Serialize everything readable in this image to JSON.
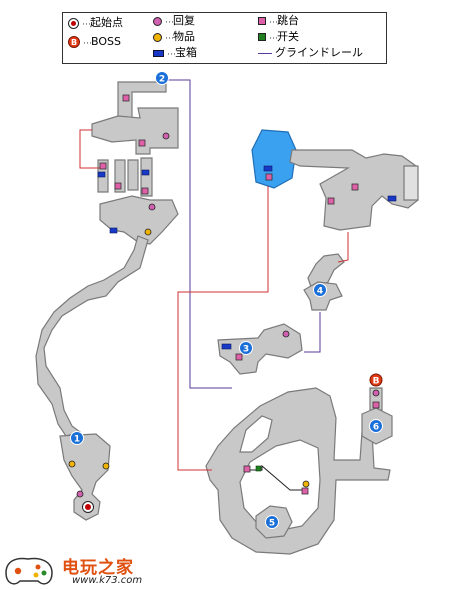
{
  "legend": {
    "start_label": "起始点",
    "boss_label": "BOSS",
    "boss_letter": "B",
    "recovery_label": "回复",
    "item_label": "物品",
    "chest_label": "宝箱",
    "jump_label": "跳台",
    "switch_label": "开关",
    "rail_label": "グラインドレール",
    "separator": "…"
  },
  "markers": {
    "area_numbers": [
      "1",
      "2",
      "3",
      "4",
      "5",
      "6"
    ],
    "boss_letter": "B"
  },
  "colors": {
    "floor": "#c8c8c8",
    "outline": "#7a7a7a",
    "water": "#3aa0f0",
    "rail": "#5a3a9a",
    "red_link": "#d03030",
    "recovery": "#d060b0",
    "item": "#f0b400",
    "chest": "#1838c8",
    "jump": "#e060a8",
    "switch": "#208020",
    "badge": "#1a6fd8",
    "boss": "#e23a14"
  },
  "footer": {
    "brand": "电玩之家",
    "site": "www.k73.com"
  }
}
